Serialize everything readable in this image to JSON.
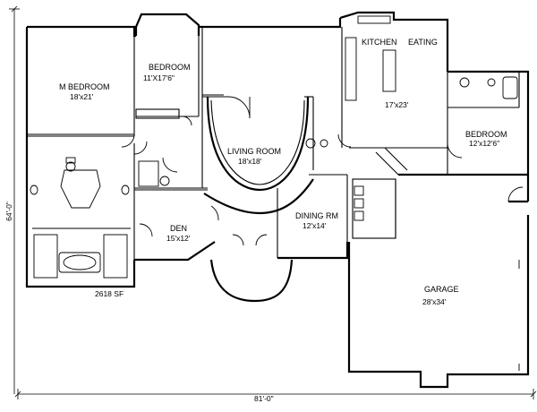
{
  "rooms": {
    "master_bedroom": {
      "name": "M BEDROOM",
      "size": "18'x21'"
    },
    "bedroom_front": {
      "name": "BEDROOM",
      "size": "11'X17'6\""
    },
    "living_room": {
      "name": "LIVING ROOM",
      "size": "18'x18'"
    },
    "kitchen": {
      "name": "KITCHEN"
    },
    "eating": {
      "name": "EATING"
    },
    "kitchen_eating_size": "17'x23'",
    "bedroom_right": {
      "name": "BEDROOM",
      "size": "12'x12'6\""
    },
    "den": {
      "name": "DEN",
      "size": "15'x12'"
    },
    "dining": {
      "name": "DINING RM",
      "size": "12'x14'"
    },
    "garage": {
      "name": "GARAGE",
      "size": "28'x34'"
    }
  },
  "total_area": "2618 SF",
  "dimensions": {
    "width": "81'-0\"",
    "depth": "64'-0\""
  }
}
